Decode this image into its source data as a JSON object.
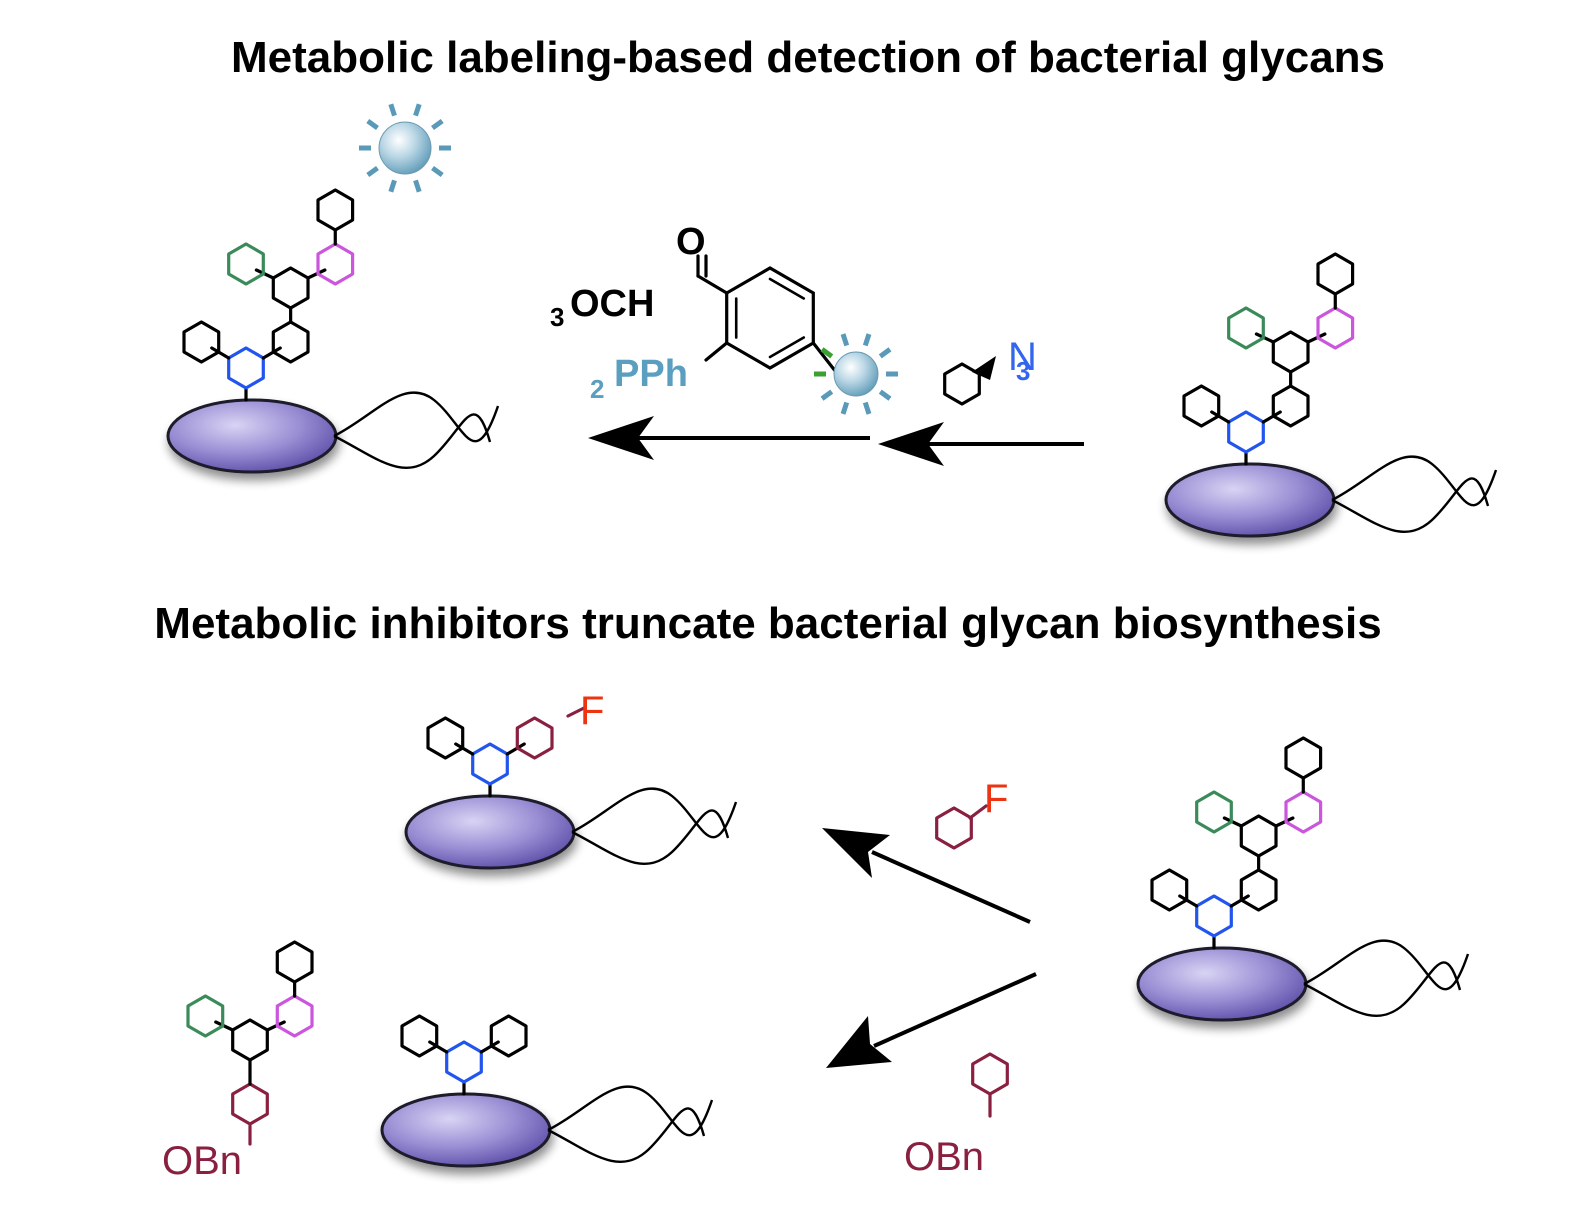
{
  "heading_top": "Metabolic labeling-based detection of bacterial glycans",
  "heading_bottom": "Metabolic inhibitors truncate bacterial glycan biosynthesis",
  "azide_label": {
    "main": "N",
    "sub": "3"
  },
  "reagent": {
    "carbonyl_o": "O",
    "ester": "OCH",
    "ester_sub": "3",
    "phosphine": "PPh",
    "phosphine_sub": "2"
  },
  "fluoro_label": "F",
  "benzyl_label": "OBn",
  "colors": {
    "black": "#000000",
    "green": "#3a8a5a",
    "magenta": "#cc55dd",
    "blue": "#2255ee",
    "maroon": "#8a2040",
    "red": "#ee3311",
    "azide_blue": "#3366ee",
    "phosphine_teal": "#5a9ec0",
    "cell": "#8a80c8",
    "rays": "#5a9ab8",
    "rays_green": "#3aa030"
  },
  "icons": [
    "cell-icon",
    "fluorophore-icon",
    "hexagon-sugar-icon",
    "arrow-icon",
    "glycan-tree-icon"
  ]
}
